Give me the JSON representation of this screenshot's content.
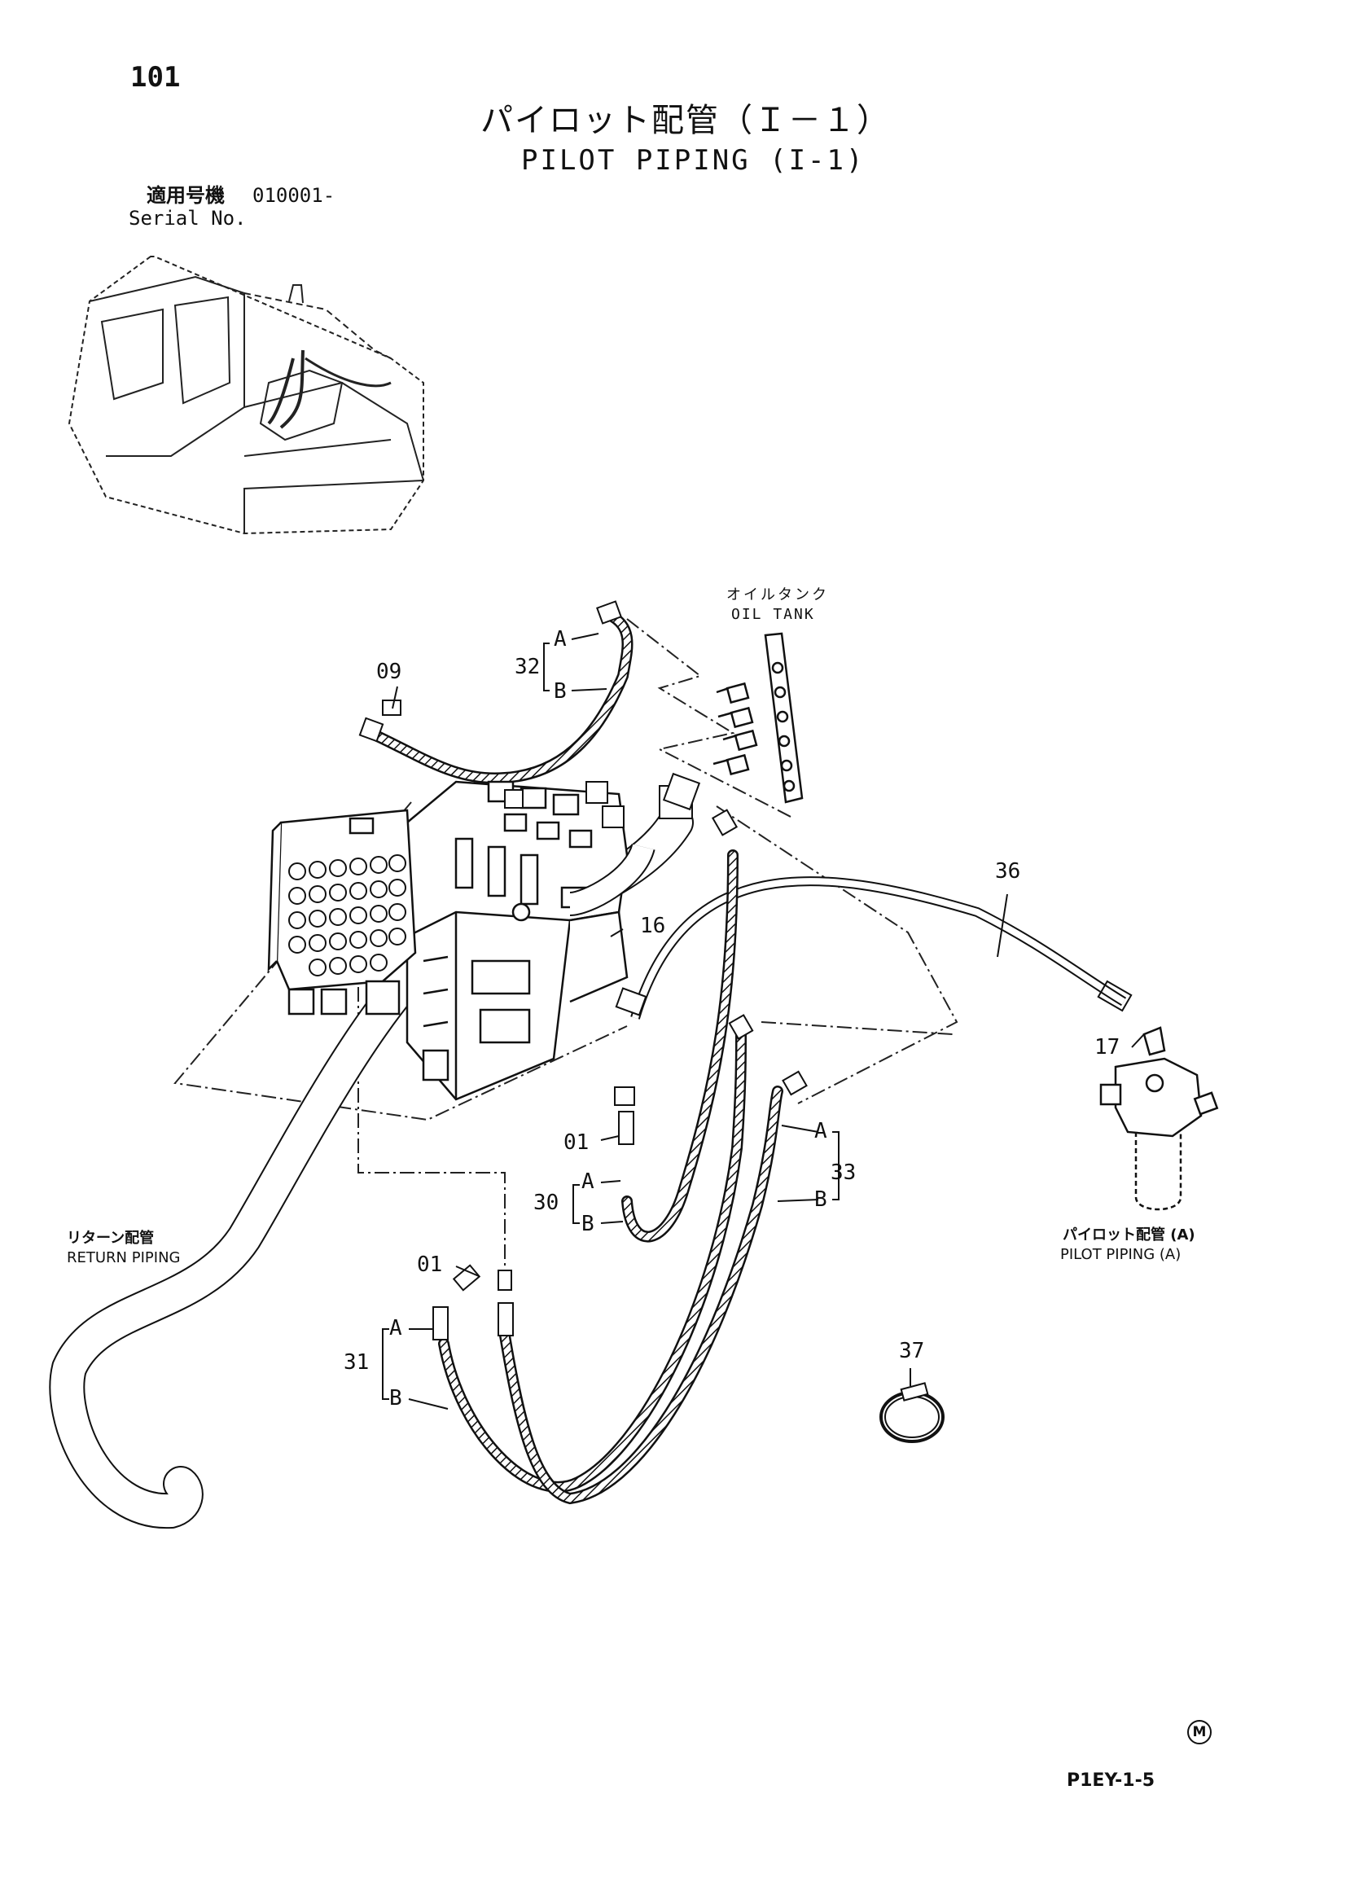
{
  "header": {
    "page_number": "101",
    "title_jp": "パイロット配管（Ｉ－１）",
    "title_en": "PILOT PIPING (I-1)",
    "serial_label_jp": "適用号機",
    "serial_value": "010001-",
    "serial_label_en": "Serial No."
  },
  "labels": {
    "oil_tank_jp": "オイルタンク",
    "oil_tank_en": "OIL  TANK",
    "return_piping_jp": "リターン配管",
    "return_piping_en": "RETURN PIPING",
    "pilot_piping_a_jp": "パイロット配管 (A)",
    "pilot_piping_a_en": "PILOT PIPING (A)"
  },
  "callouts": {
    "p09": "09",
    "p32": "32",
    "p32a": "A",
    "p32b": "B",
    "p36": "36",
    "p16": "16",
    "p17": "17",
    "p01_upper": "01",
    "p01_lower": "01",
    "p30": "30",
    "p30a": "A",
    "p30b": "B",
    "p31": "31",
    "p31a": "A",
    "p31b": "B",
    "p33": "33",
    "p33a": "A",
    "p33b": "B",
    "p37": "37"
  },
  "footer": {
    "mark": "M",
    "page_code": "P1EY-1-5"
  }
}
